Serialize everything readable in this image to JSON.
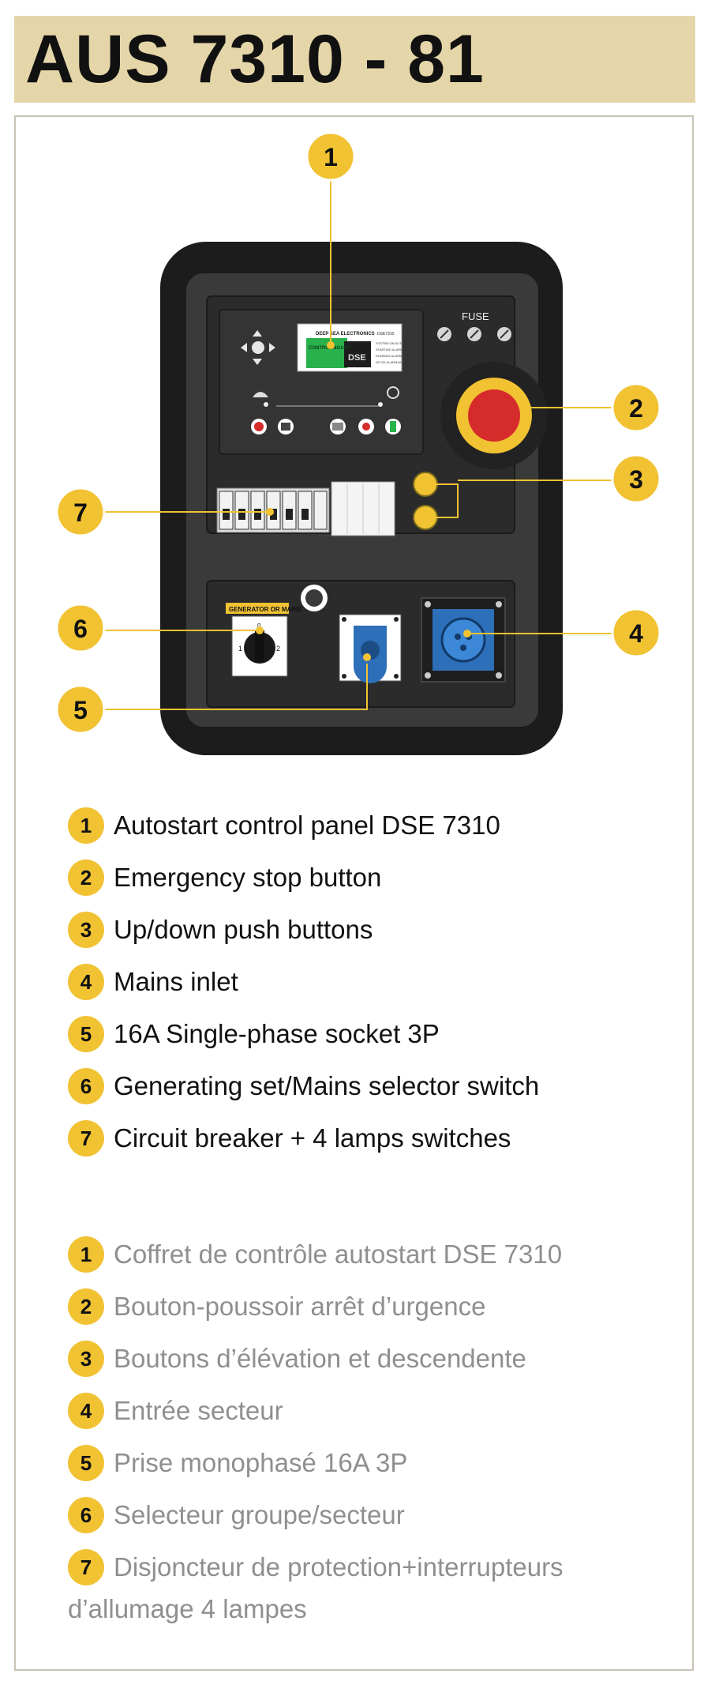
{
  "header": {
    "title": "AUS 7310 - 81"
  },
  "panel": {
    "fuse_label": "FUSE",
    "controller_brand": "DEEP SEA ELECTRONICS",
    "controller_model": "DSE7310",
    "controller_screen_text": "CONTROL BOARD",
    "controller_logo": "DSE",
    "controller_lines": [
      "SYSTEM ON AUTO",
      "STARTING ALARM",
      "RUNNING ALARM",
      "NO DE ALARMAS"
    ],
    "selector_label": "GENERATOR OR MAINS",
    "selector_left": "1",
    "selector_center": "0",
    "selector_right": "2"
  },
  "callouts": [
    {
      "number": "1"
    },
    {
      "number": "2"
    },
    {
      "number": "3"
    },
    {
      "number": "4"
    },
    {
      "number": "5"
    },
    {
      "number": "6"
    },
    {
      "number": "7"
    }
  ],
  "legend_en": [
    {
      "number": "1",
      "text": "Autostart control panel DSE 7310"
    },
    {
      "number": "2",
      "text": "Emergency stop button"
    },
    {
      "number": "3",
      "text": "Up/down push buttons"
    },
    {
      "number": "4",
      "text": "Mains inlet"
    },
    {
      "number": "5",
      "text": "16A Single-phase socket 3P"
    },
    {
      "number": "6",
      "text": "Generating set/Mains selector switch"
    },
    {
      "number": "7",
      "text": "Circuit breaker + 4 lamps switches"
    }
  ],
  "legend_fr": [
    {
      "number": "1",
      "text": "Coffret de contrôle autostart DSE 7310"
    },
    {
      "number": "2",
      "text": "Bouton-poussoir arrêt d’urgence"
    },
    {
      "number": "3",
      "text": "Boutons d’élévation et descendente"
    },
    {
      "number": "4",
      "text": "Entrée secteur"
    },
    {
      "number": "5",
      "text": "Prise monophasé 16A 3P"
    },
    {
      "number": "6",
      "text": "Selecteur groupe/secteur"
    },
    {
      "number": "7",
      "text": "Disjoncteur de protection+interrupteurs"
    }
  ],
  "legend_fr_continuation": "d’allumage 4 lampes",
  "colors": {
    "accent": "#f1c232",
    "header_bg": "#e5d6a9",
    "panel_dark": "#2b2b2b",
    "estop_red": "#d62b2b",
    "socket_blue": "#2d6fb8"
  }
}
